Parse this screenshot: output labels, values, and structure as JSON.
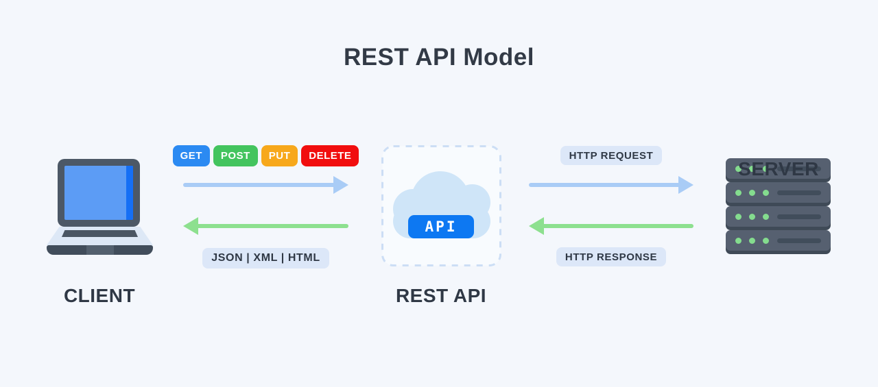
{
  "title": "REST API Model",
  "client": {
    "label": "CLIENT"
  },
  "rest_api": {
    "label": "REST API",
    "badge": "API"
  },
  "server": {
    "label": "SERVER"
  },
  "flows": {
    "client_api": {
      "methods": [
        {
          "label": "GET",
          "color": "#2b8af2"
        },
        {
          "label": "POST",
          "color": "#43c45e"
        },
        {
          "label": "PUT",
          "color": "#f7a81b"
        },
        {
          "label": "DELETE",
          "color": "#f10e0e"
        }
      ],
      "response_formats": "JSON | XML | HTML"
    },
    "api_server": {
      "request_label": "HTTP REQUEST",
      "response_label": "HTTP RESPONSE"
    }
  },
  "colors": {
    "request_arrow": "#a9ccf6",
    "response_arrow": "#8de08f",
    "api_badge_bg": "#0d78f2",
    "pill_bg": "#dce7f8",
    "text_dark": "#2f3845",
    "background": "#f4f7fc"
  }
}
